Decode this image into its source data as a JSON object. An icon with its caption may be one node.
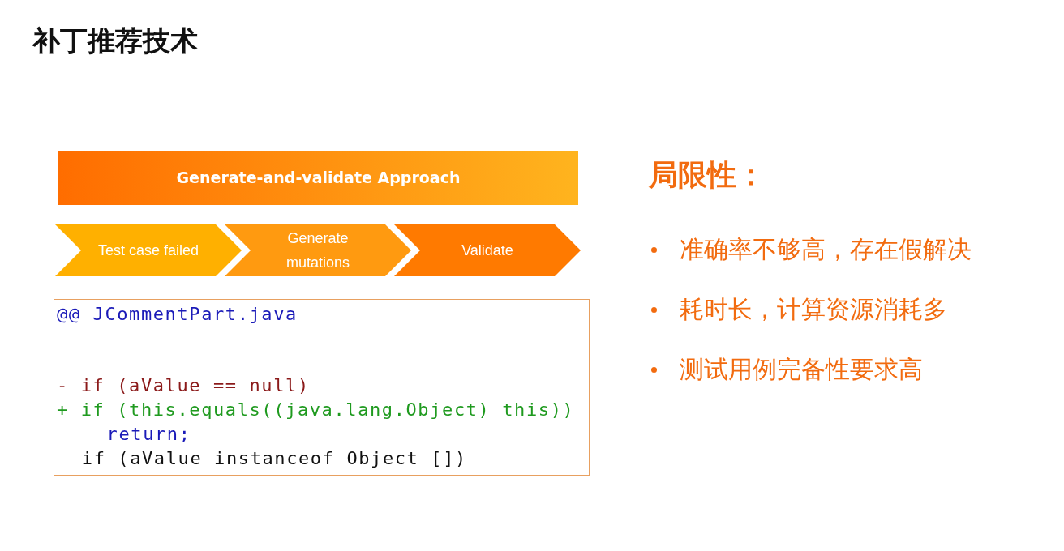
{
  "diagram": {
    "title": "补丁推荐技术",
    "nodes": [
      {
        "text": [
          "Generate-and-validate Approach"
        ]
      },
      {
        "text": [
          "Test case failed"
        ]
      },
      {
        "text": [
          "Generate mutations"
        ]
      },
      {
        "text": [
          "Validate"
        ]
      },
      {
        "text": [
          "@@ JCommentPart.java",
          "- if (aValue == null)",
          "+ if (this.equals((java.lang.Object) this))",
          "return;",
          "if (aValue instanceof Object [])"
        ]
      }
    ],
    "labels": [
      "局限性：",
      "准确率不够高，存在假解决",
      "耗时长，计算资源消耗多",
      "测试用例完备性要求高"
    ]
  }
}
